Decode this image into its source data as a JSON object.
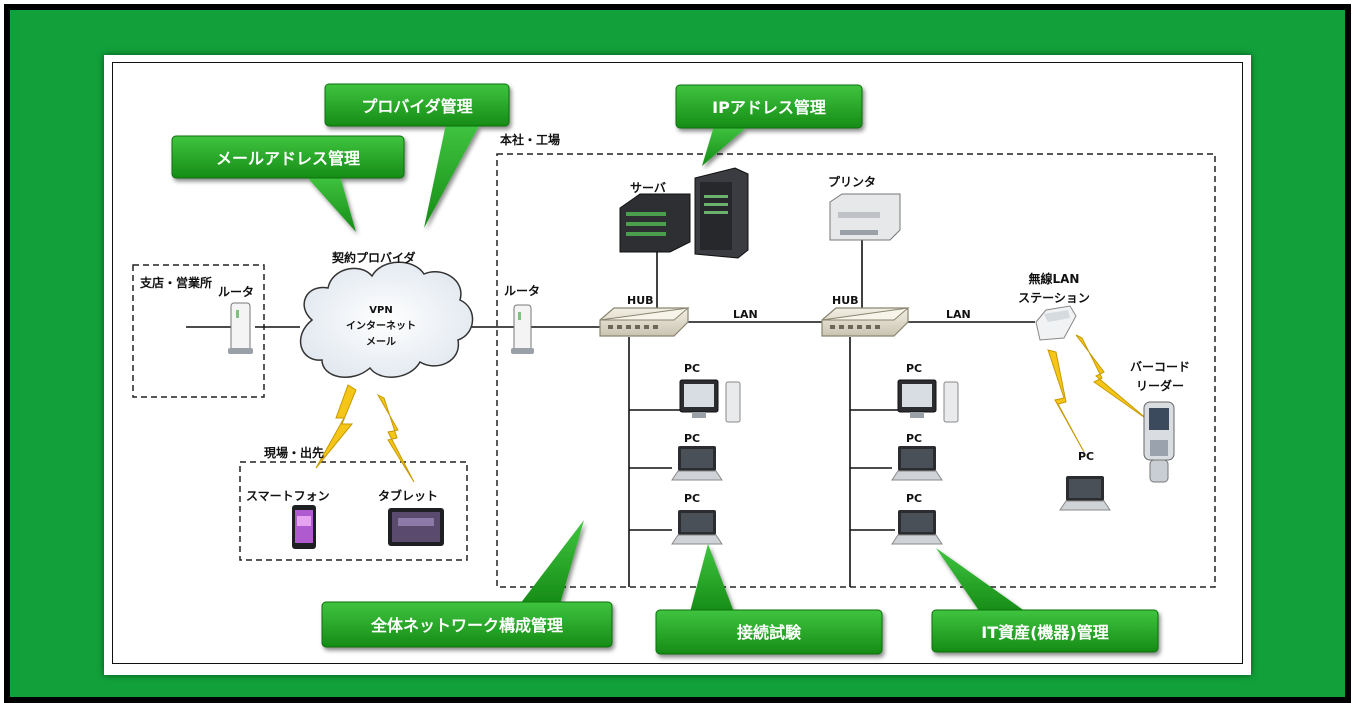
{
  "callouts": {
    "provider": "プロバイダ管理",
    "ip": "IPアドレス管理",
    "mail": "メールアドレス管理",
    "network": "全体ネットワーク構成管理",
    "connect_test": "接続試験",
    "it_assets": "IT資産(機器)管理"
  },
  "areas": {
    "hq": "本社・工場",
    "branch": "支店・営業所",
    "field": "現場・出先"
  },
  "nodes": {
    "server": "サーバ",
    "printer": "プリンタ",
    "router_branch": "ルータ",
    "router_hq": "ルータ",
    "isp": "契約プロバイダ",
    "cloud_line1": "VPN",
    "cloud_line2": "インターネット",
    "cloud_line3": "メール",
    "hub1": "HUB",
    "hub2": "HUB",
    "lan1": "LAN",
    "lan2": "LAN",
    "wlan_line1": "無線LAN",
    "wlan_line2": "ステーション",
    "barcode_line1": "バーコード",
    "barcode_line2": "リーダー",
    "smartphone": "スマートフォン",
    "tablet": "タブレット",
    "pc": "PC"
  },
  "colors": {
    "background": "#12a03a",
    "callout": "#1e9e1e",
    "lightning": "#f5c518"
  }
}
